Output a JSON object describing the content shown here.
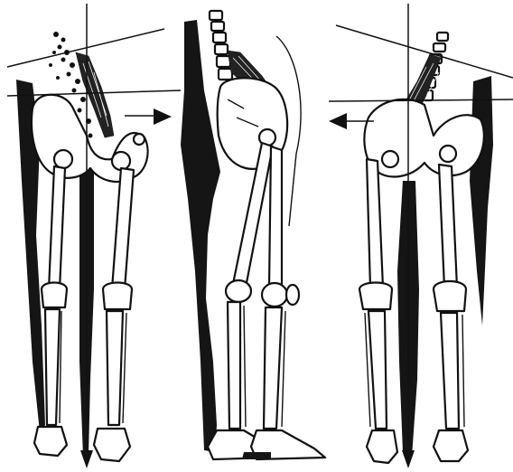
{
  "figure": {
    "panels": [
      {
        "id": "front",
        "view": "anterior"
      },
      {
        "id": "side",
        "view": "lateral"
      },
      {
        "id": "back",
        "view": "posterior"
      }
    ],
    "colors": {
      "ink": "#111111",
      "background": "#ffffff",
      "shadow": "#151515"
    },
    "icons": [
      "arrow-right-icon",
      "arrow-left-icon",
      "arrow-down-icon"
    ]
  }
}
